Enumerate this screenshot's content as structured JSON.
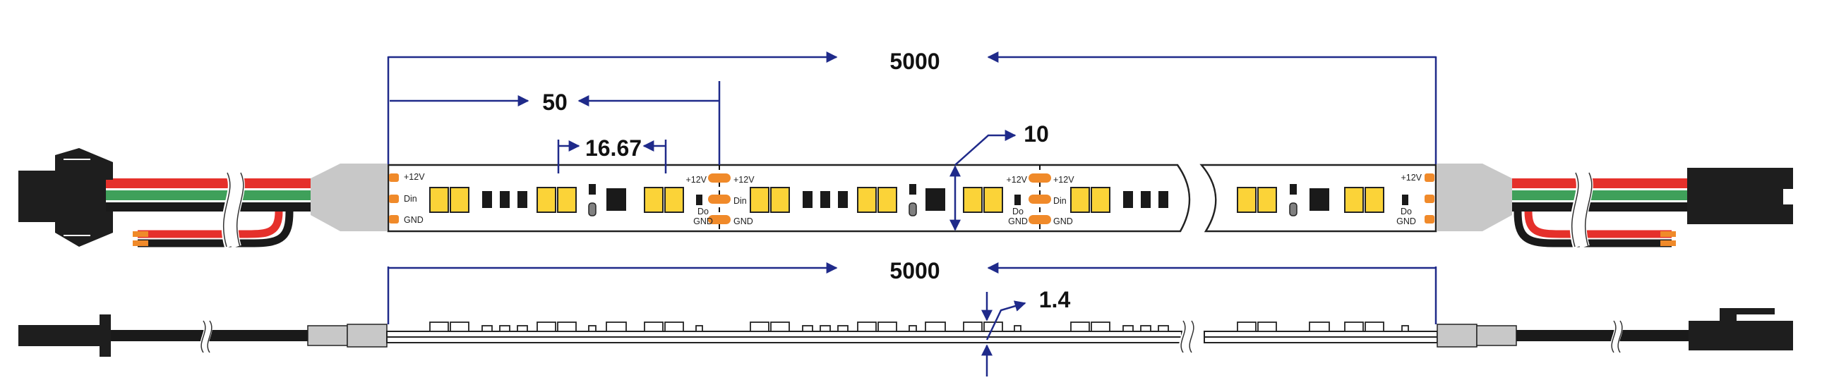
{
  "dimensions": {
    "total_length_top": "5000",
    "segment_length": "50",
    "led_pitch": "16.67",
    "strip_width": "10",
    "total_length_bottom": "5000",
    "thickness": "1.4"
  },
  "pad_labels": {
    "plus12v": "+12V",
    "din": "Din",
    "gnd": "GND",
    "do": "Do"
  },
  "colors": {
    "dimension_line": "#1f2a8a",
    "wire_red": "#e5302b",
    "wire_green": "#3fa05a",
    "wire_black": "#1a1a1a",
    "connector": "#1e1e1e",
    "heat_shrink": "#c8c8c8",
    "pad_copper": "#f08a2a",
    "led_fill": "#fbd338",
    "strip_outline": "#222222"
  },
  "icons": {
    "connector_left": "jst-sm-female-connector",
    "connector_right": "jst-sm-male-connector"
  }
}
